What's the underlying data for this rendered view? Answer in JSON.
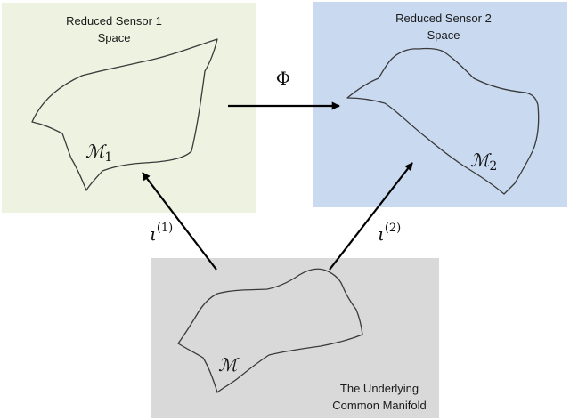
{
  "panels": {
    "sensor1": {
      "title_line1": "Reduced Sensor 1",
      "title_line2": "Space",
      "manifold_symbol": "ℳ",
      "manifold_subscript": "1",
      "fill": "#eef2e0"
    },
    "sensor2": {
      "title_line1": "Reduced Sensor 2",
      "title_line2": "Space",
      "manifold_symbol": "ℳ",
      "manifold_subscript": "2",
      "fill": "#c8d9f0"
    },
    "common": {
      "title_line1": "The Underlying",
      "title_line2": "Common Manifold",
      "manifold_symbol": "ℳ",
      "fill": "#d9d9d9"
    }
  },
  "maps": {
    "phi": "Φ",
    "iota1": {
      "symbol": "ι",
      "superscript": "(1)"
    },
    "iota2": {
      "symbol": "ι",
      "superscript": "(2)"
    }
  }
}
